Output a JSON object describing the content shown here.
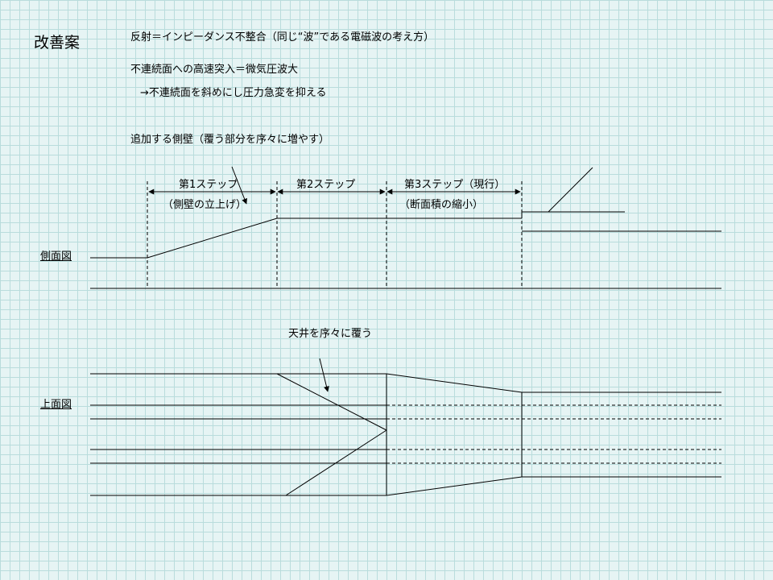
{
  "slide": {
    "title": "改善案",
    "line1": "反射＝インピーダンス不整合（同じ“波”である電磁波の考え方）",
    "line2": "不連続面への高速突入＝微気圧波大",
    "line3": "→不連続面を斜めにし圧力急変を抑える",
    "side_note": "追加する側壁（覆う部分を序々に増やす）"
  },
  "steps": [
    {
      "label": "第1ステップ",
      "sub": "（側壁の立上げ）"
    },
    {
      "label": "第2ステップ",
      "sub": ""
    },
    {
      "label": "第3ステップ（現行）",
      "sub": "（断面積の縮小）"
    }
  ],
  "views": {
    "side": "側面図",
    "top": "上面図"
  },
  "top_note": "天井を序々に覆う"
}
